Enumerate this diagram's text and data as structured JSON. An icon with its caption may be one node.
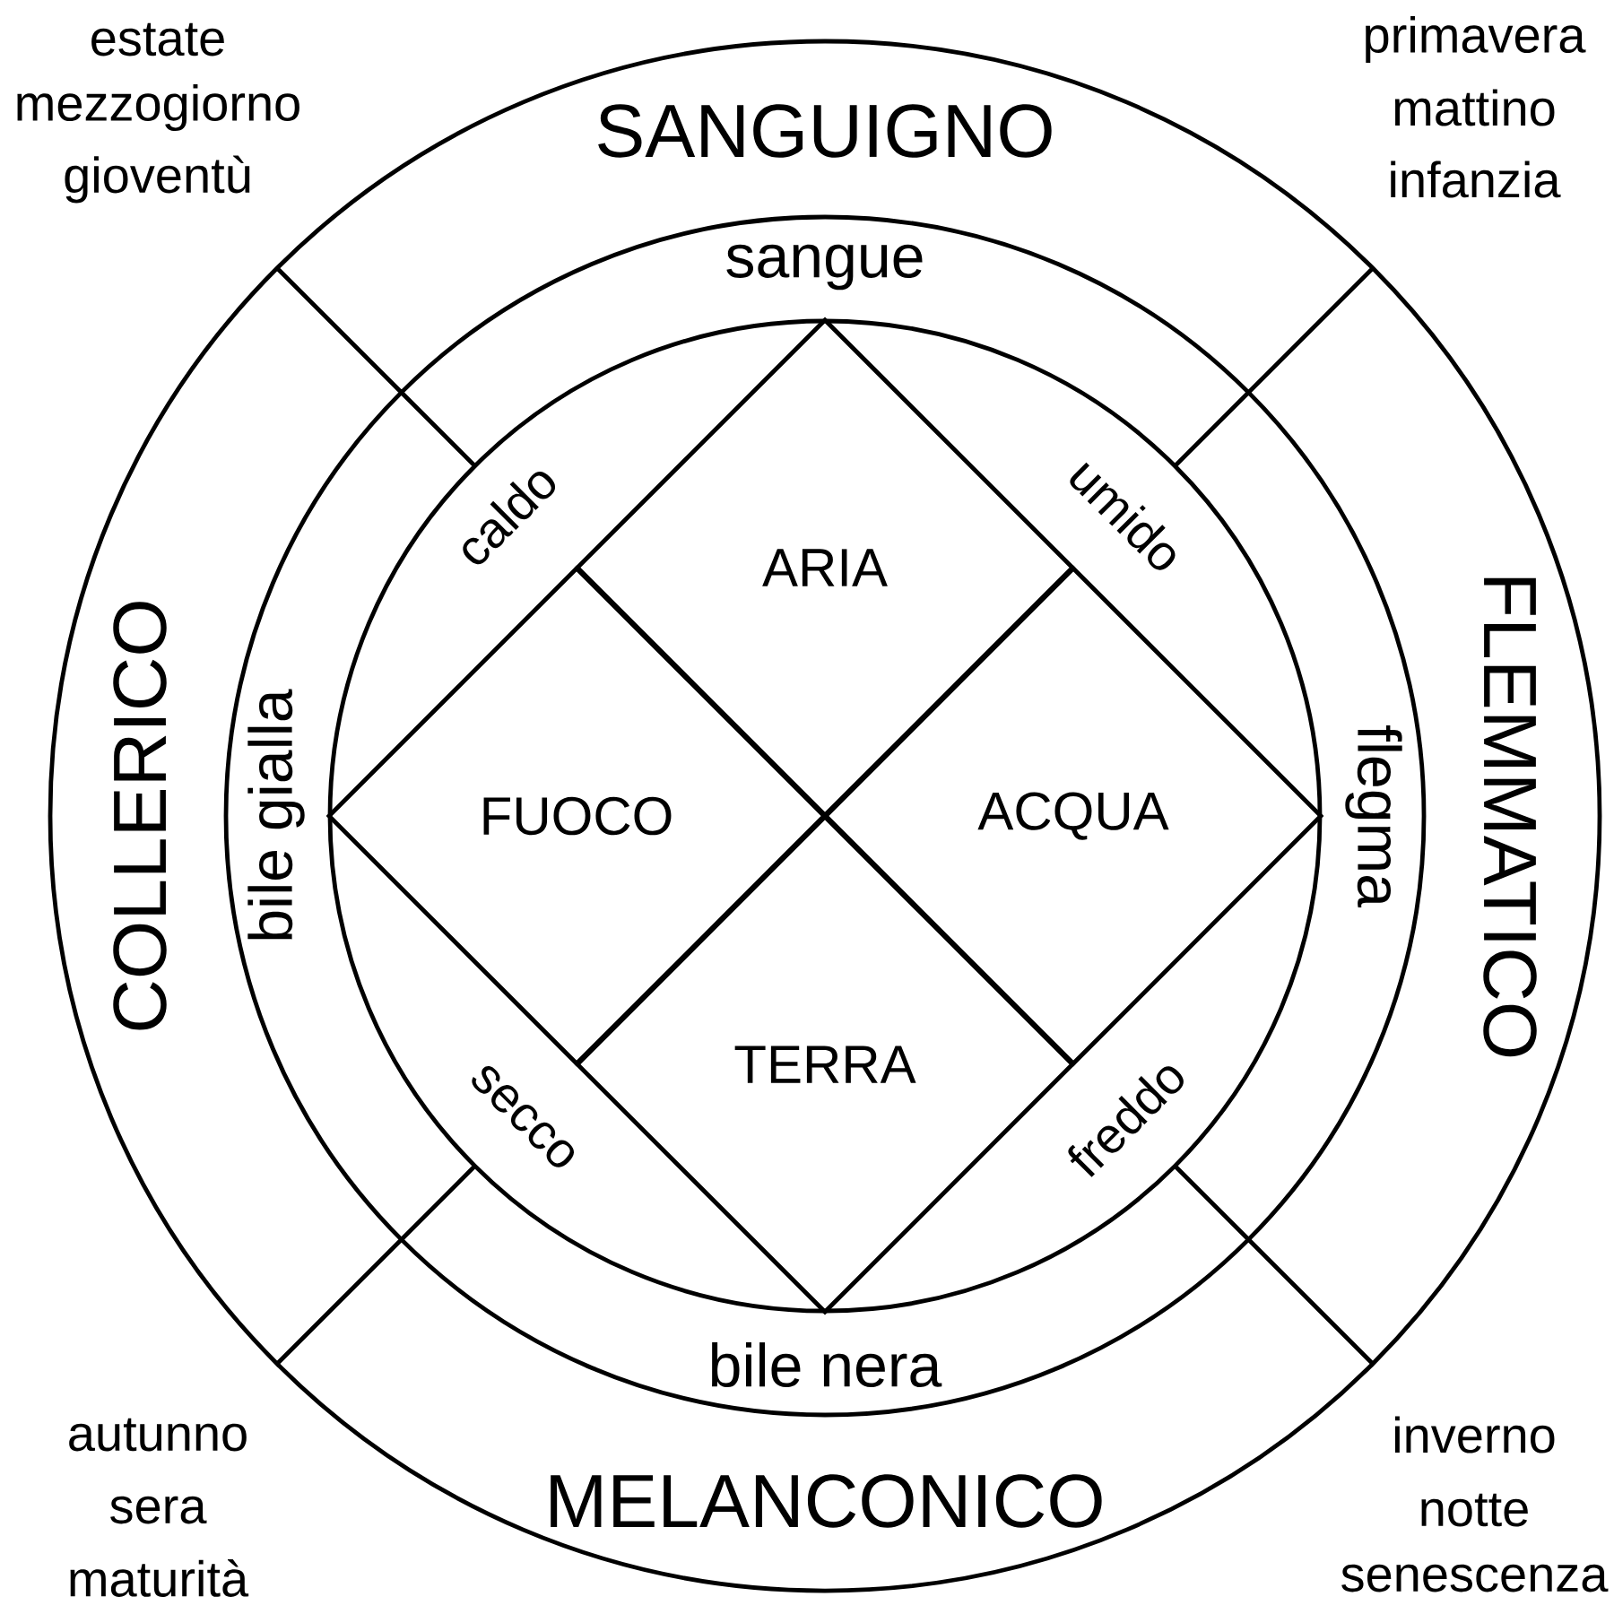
{
  "diagram": {
    "nodes": [
      {
        "text": [
          "ARIA"
        ]
      },
      {
        "text": [
          "FUOCO"
        ]
      },
      {
        "text": [
          "ACQUA"
        ]
      },
      {
        "text": [
          "TERRA"
        ]
      },
      {
        "text": [
          "sangue"
        ]
      },
      {
        "text": [
          "bile gialla"
        ]
      },
      {
        "text": [
          "flegma"
        ]
      },
      {
        "text": [
          "bile nera"
        ]
      },
      {
        "text": [
          "SANGUIGNO"
        ]
      },
      {
        "text": [
          "COLLERICO"
        ]
      },
      {
        "text": [
          "FLEMMATICO"
        ]
      },
      {
        "text": [
          "MELANCONICO"
        ]
      },
      {
        "text": [
          "caldo"
        ]
      },
      {
        "text": [
          "umido"
        ]
      },
      {
        "text": [
          "secco"
        ]
      },
      {
        "text": [
          "freddo"
        ]
      }
    ],
    "labels": [
      "estate",
      "primavera",
      "mezzogiorno",
      "mattino",
      "gioventù",
      "infanzia",
      "autunno",
      "inverno",
      "sera",
      "notte",
      "maturità",
      "senescenza"
    ]
  }
}
